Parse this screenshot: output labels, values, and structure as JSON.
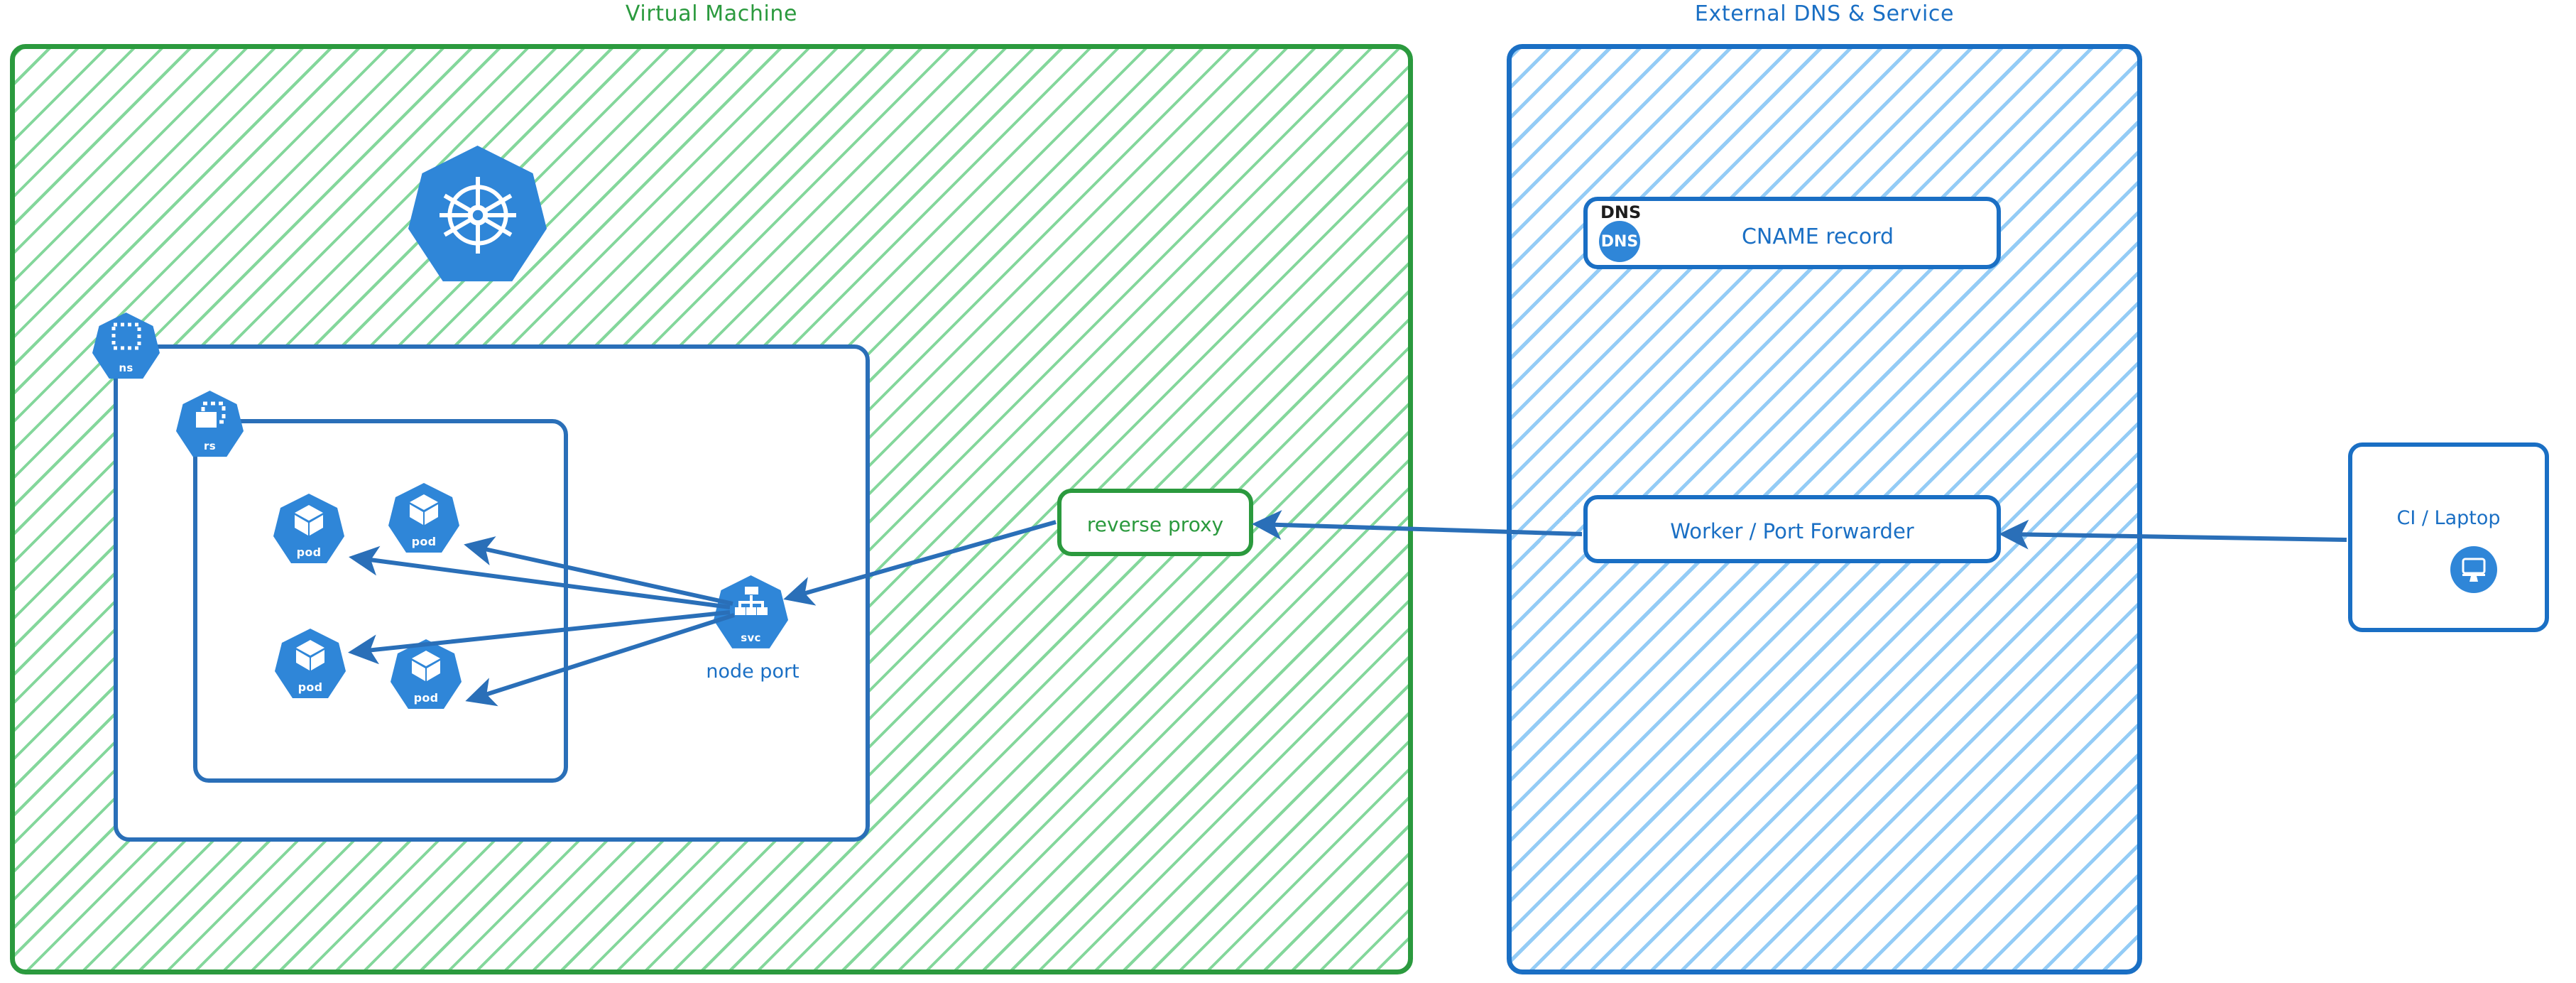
{
  "zones": {
    "vm": {
      "title": "Virtual Machine",
      "color": "#2b9a3e",
      "hatch_color": "#7dd596"
    },
    "external": {
      "title": "External DNS & Service",
      "color": "#1a6fc4",
      "hatch_color": "#8ec9f5"
    }
  },
  "k8s": {
    "cluster_logo_name": "kubernetes-logo",
    "namespace": {
      "label": "ns",
      "icon": "namespace-dashed-square-icon"
    },
    "replicaset": {
      "label": "rs",
      "icon": "replicaset-stacked-boxes-icon"
    },
    "pods": [
      {
        "label": "pod",
        "icon": "pod-cube-icon"
      },
      {
        "label": "pod",
        "icon": "pod-cube-icon"
      },
      {
        "label": "pod",
        "icon": "pod-cube-icon"
      },
      {
        "label": "pod",
        "icon": "pod-cube-icon"
      }
    ],
    "service": {
      "label": "svc",
      "icon": "service-hierarchy-icon",
      "caption": "node port"
    }
  },
  "nodes": {
    "reverse_proxy": {
      "label": "reverse proxy",
      "color": "#2b9a3e"
    },
    "dns_card": {
      "tag": "DNS",
      "badge_text": "DNS",
      "label": "CNAME record",
      "color": "#1a6fc4"
    },
    "worker": {
      "label": "Worker / Port Forwarder",
      "color": "#1a6fc4"
    },
    "ci_laptop": {
      "label": "CI / Laptop",
      "icon": "desktop-monitor-icon",
      "color": "#1a6fc4"
    }
  },
  "edges": [
    {
      "from": "svc",
      "to": "pod-1",
      "direction": "to"
    },
    {
      "from": "svc",
      "to": "pod-2",
      "direction": "to"
    },
    {
      "from": "svc",
      "to": "pod-3",
      "direction": "to"
    },
    {
      "from": "svc",
      "to": "pod-4",
      "direction": "to"
    },
    {
      "from": "reverse-proxy",
      "to": "svc",
      "direction": "to"
    },
    {
      "from": "worker",
      "to": "reverse-proxy",
      "direction": "to"
    },
    {
      "from": "ci-laptop",
      "to": "worker",
      "direction": "to"
    }
  ],
  "edge_color": "#2a6fb8"
}
